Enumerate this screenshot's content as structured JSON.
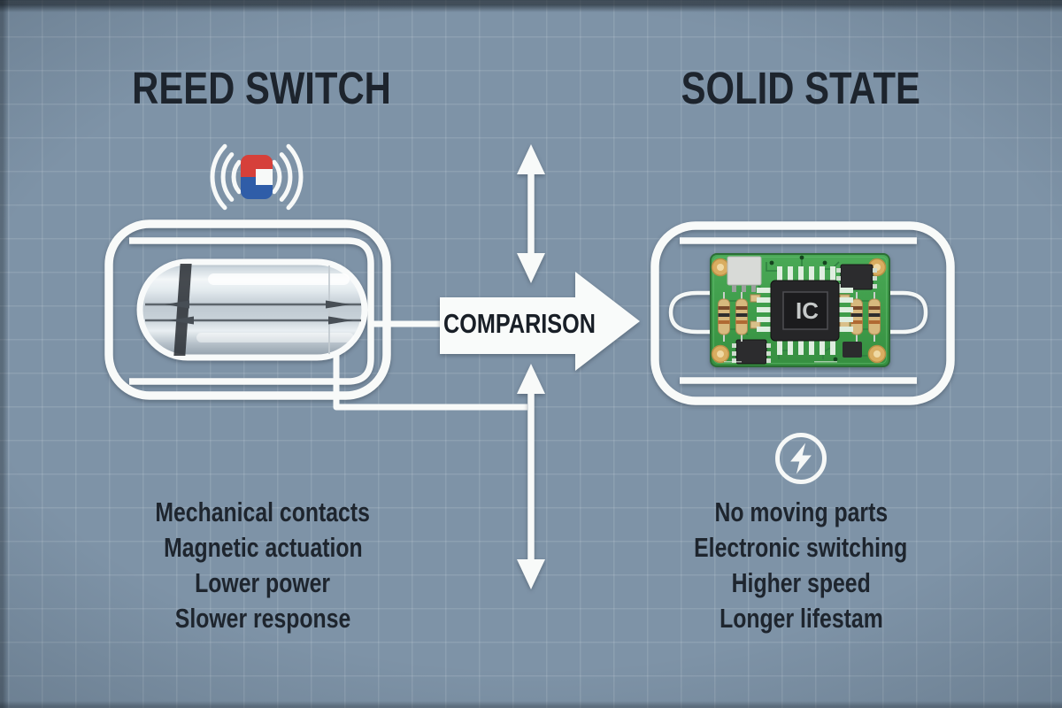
{
  "header": {
    "left_title": "REED SWITCH",
    "right_title": "SOLID STATE"
  },
  "comparison": {
    "label": "COMPARISON"
  },
  "diagram": {
    "ic_label": "IC"
  },
  "features": {
    "reed_switch": [
      "Mechanical contacts",
      "Magnetic actuation",
      "Lower power",
      "Slower response"
    ],
    "solid_state": [
      "No moving parts",
      "Electronic switching",
      "Higher speed",
      "Longer lifestam"
    ]
  },
  "icons": {
    "magnet": "magnet-with-field-waves-icon",
    "lightning": "lightning-bolt-circle-icon",
    "comparison_arrow": "right-arrow",
    "vertical_arrows": "double-headed-vertical-arrow"
  },
  "colors": {
    "background": "#7E93A7",
    "grid_line": "#ADBDC9",
    "text": "#1D242D",
    "white_elements": "#F7F9F8",
    "magnet_red": "#D6403A",
    "magnet_blue": "#2F5DA8",
    "pcb_green": "#3FA04C",
    "ic_black": "#262628",
    "pad_gold": "#D9AD61"
  }
}
